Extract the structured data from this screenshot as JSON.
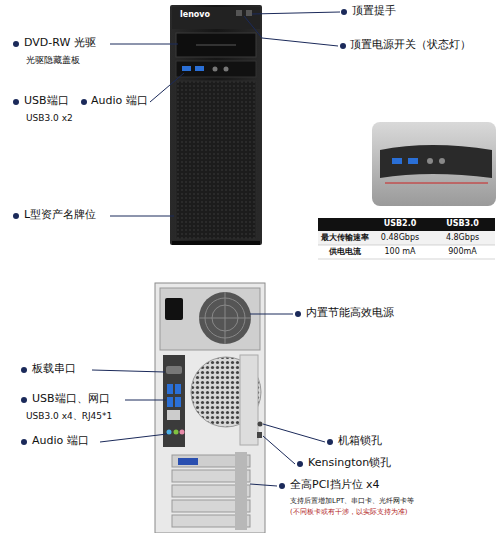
{
  "diagram": {
    "labels": [
      "顶置提手",
      "DVD-RW 光驱",
      "光驱隐藏盖板",
      "顶置电源开关（状态灯）",
      "USB端口",
      "Audio 端口",
      "USB3.0 x2",
      "L型资产名牌位",
      "USB2.0",
      "USB3.0",
      "最大传输速率",
      "0.48Gbps",
      "4.8Gbps",
      "供电电流",
      "100 mA",
      "900mA",
      "内置节能高效电源",
      "板载串口",
      "USB端口、网口",
      "USB3.0 x4、RJ45*1",
      "Audio 端口",
      "机箱锁孔",
      "Kensington锁孔",
      "全高PCI挡片位 x4",
      "支持后置增加LPT、串口卡、光纤网卡等",
      "(不同板卡或有干涉，以实际支持为准)",
      "lenovo"
    ]
  }
}
